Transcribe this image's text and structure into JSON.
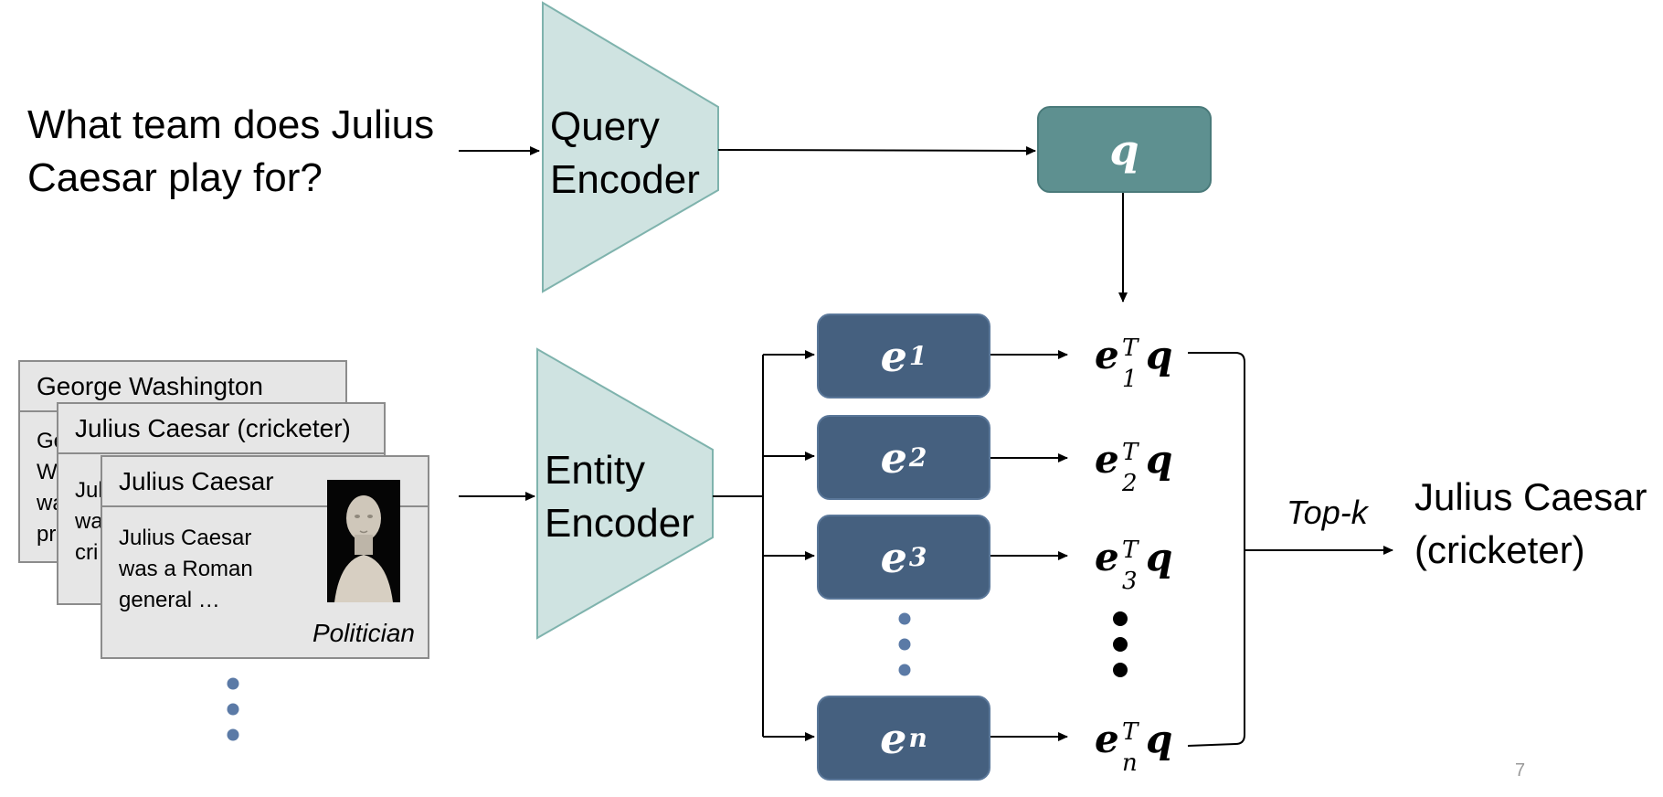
{
  "query": {
    "text_line1": "What team does Julius",
    "text_line2": "Caesar play for?"
  },
  "query_encoder": {
    "line1": "Query",
    "line2": "Encoder"
  },
  "entity_encoder": {
    "line1": "Entity",
    "line2": "Encoder"
  },
  "query_vector": {
    "symbol": "q"
  },
  "entity_vectors": [
    {
      "symbol": "e",
      "index": "1"
    },
    {
      "symbol": "e",
      "index": "2"
    },
    {
      "symbol": "e",
      "index": "3"
    },
    {
      "symbol": "e",
      "index": "n"
    }
  ],
  "scores": [
    {
      "e": "e",
      "sup": "T",
      "sub": "1",
      "q": "q"
    },
    {
      "e": "e",
      "sup": "T",
      "sub": "2",
      "q": "q"
    },
    {
      "e": "e",
      "sup": "T",
      "sub": "3",
      "q": "q"
    },
    {
      "e": "e",
      "sup": "T",
      "sub": "n",
      "q": "q"
    }
  ],
  "cards": [
    {
      "title": "George Washington",
      "body_fragments": [
        "Ge",
        "W",
        "wa",
        "pr"
      ]
    },
    {
      "title": "Julius Caesar (cricketer)",
      "body_fragments": [
        "Jul",
        "wa",
        "cri"
      ]
    },
    {
      "title": "Julius Caesar",
      "body_line1": "Julius Caesar",
      "body_line2": "was a Roman",
      "body_line3": "general …",
      "type": "Politician"
    }
  ],
  "topk_label": "Top-k",
  "result": {
    "line1": "Julius Caesar",
    "line2": "(cricketer)"
  },
  "page_number": "7",
  "colors": {
    "encoder_fill": "#cfe3e1",
    "encoder_stroke": "#7fb3ad",
    "query_box": "#5e9090",
    "entity_box": "#45607f",
    "dots": "#5b7aa6"
  },
  "icons": {
    "portrait": "julius-caesar-bust-photo"
  }
}
